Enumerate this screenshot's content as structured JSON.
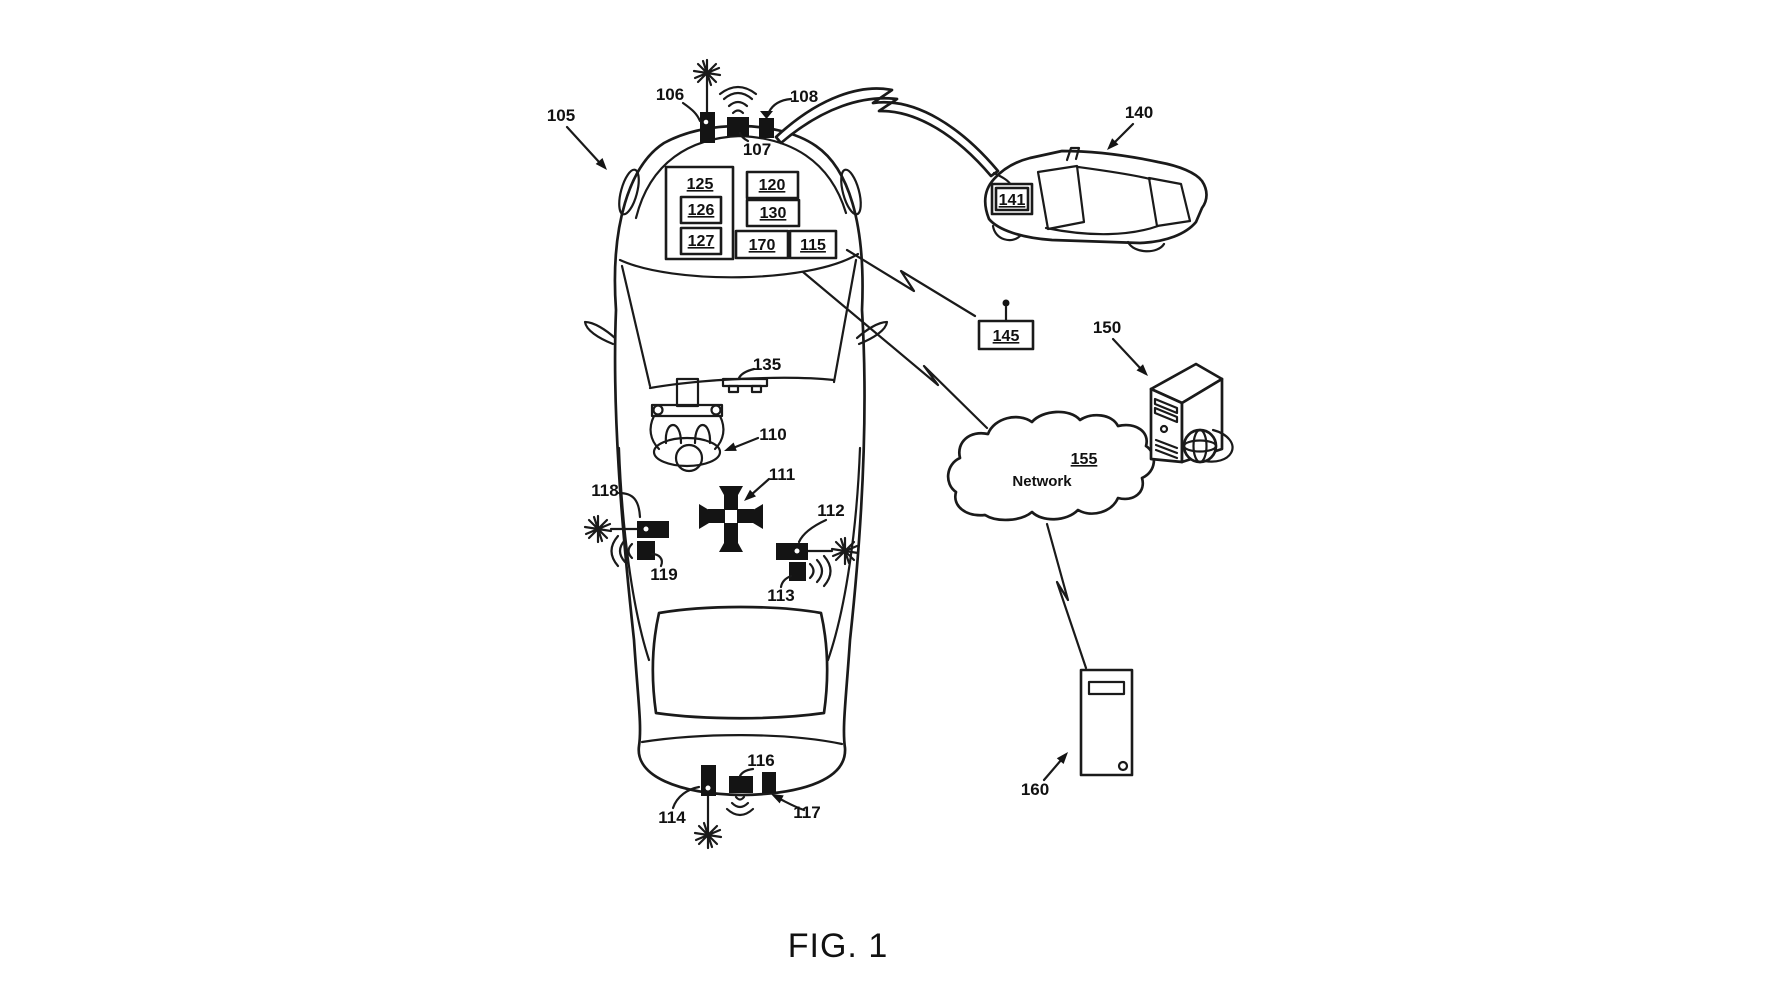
{
  "figure": {
    "title": "FIG. 1"
  },
  "vehicle_105": {
    "ref": "105",
    "modules": {
      "m125": "125",
      "m126": "126",
      "m127": "127",
      "m120": "120",
      "m130": "130",
      "m170": "170",
      "m115": "115"
    },
    "sensors": {
      "s106": "106",
      "s107": "107",
      "s108": "108",
      "s110": "110",
      "s111": "111",
      "s112": "112",
      "s113": "113",
      "s114": "114",
      "s116": "116",
      "s117": "117",
      "s118": "118",
      "s119": "119",
      "s135": "135"
    }
  },
  "vehicle_140": {
    "ref": "140",
    "module_141": "141"
  },
  "transponder_145": {
    "ref": "145"
  },
  "server_150": {
    "ref": "150"
  },
  "network_155": {
    "ref": "155",
    "name": "Network"
  },
  "computer_160": {
    "ref": "160"
  }
}
